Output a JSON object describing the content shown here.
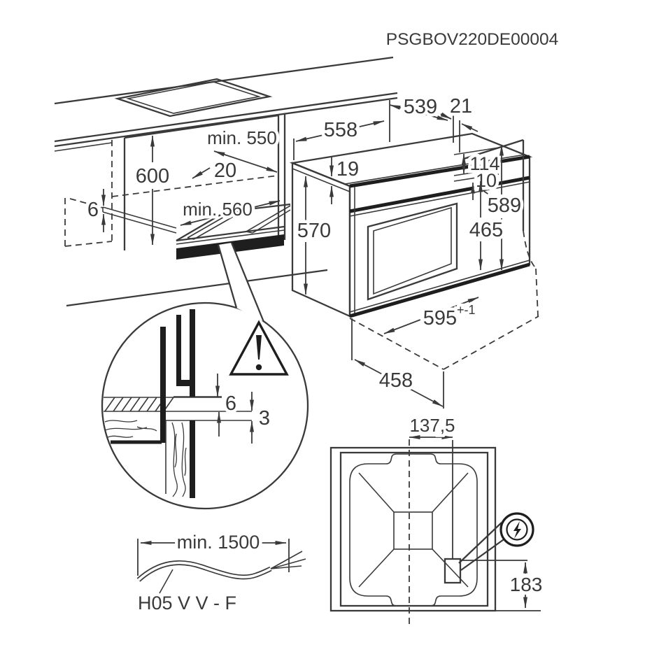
{
  "title": "PSGBOV220DE00004",
  "colors": {
    "line": "#3a3a3a",
    "ink": "#1e1e1e",
    "background": "#ffffff"
  },
  "icons": {
    "warning": "warning-triangle-icon",
    "electrical": "lightning-bolt-icon"
  },
  "labels": {
    "cabinet": {
      "height": "600",
      "board_thickness": "6",
      "gap": "20",
      "min_depth": "min. 550",
      "min_width": "min. 560"
    },
    "oven": {
      "top_depth": "558",
      "body_depth": "539",
      "front_overhang": "21",
      "top_panel": "19",
      "upper_height": "114",
      "gap": "10",
      "total_height": "589",
      "lower_height": "465",
      "side_height": "570",
      "front_width": "595",
      "front_width_tolerance": "+-1",
      "footprint": "458"
    },
    "detail": {
      "overlap": "6",
      "clearance": "3"
    },
    "cable": {
      "min_length": "min. 1500",
      "type": "H05 V V - F"
    },
    "rear": {
      "offset_horizontal": "137,5",
      "offset_vertical": "183"
    }
  }
}
